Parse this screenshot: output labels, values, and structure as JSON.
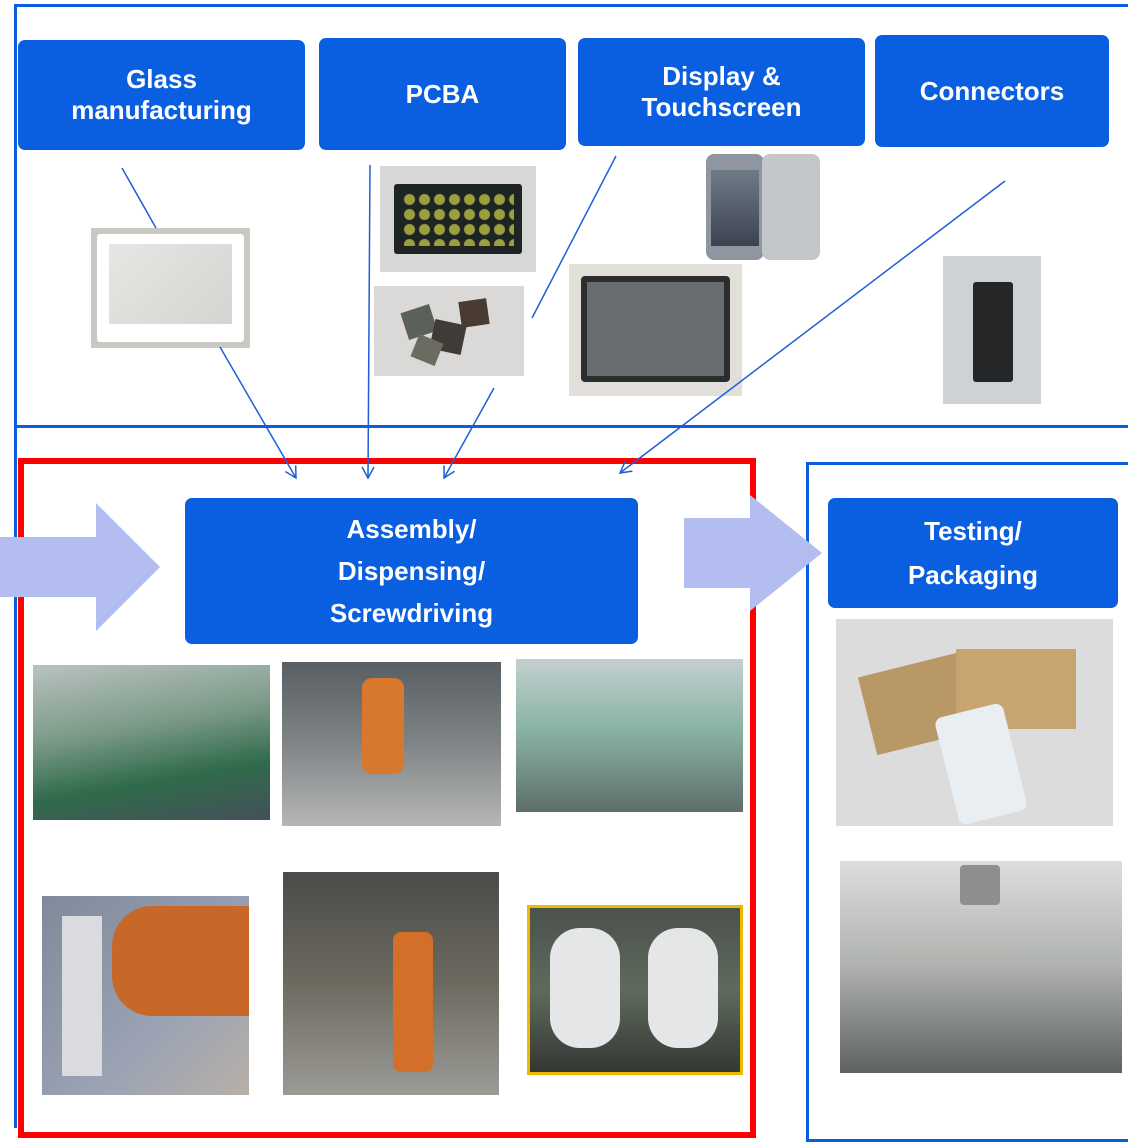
{
  "inputs": [
    {
      "label": "Glass\nmanufacturing",
      "image": "cover-glass-panel-photo"
    },
    {
      "label": "PCBA",
      "image": "pcb-chips-photo"
    },
    {
      "label": "Display &\nTouchscreen",
      "image": "smartphone-touchscreen-photo"
    },
    {
      "label": "Connectors",
      "image": "connector-part-photo"
    }
  ],
  "assembly": {
    "label": "Assembly/\nDispensing/\nScrewdriving",
    "images": [
      "assembly-line-workers-photo",
      "orange-robot-arm-photo",
      "electronics-workshop-photo",
      "robot-screwdriver-cad-photo",
      "orange-robot-factory-photo",
      "gloved-hands-assembly-photo"
    ]
  },
  "testing": {
    "label": "Testing/\nPackaging",
    "images": [
      "phone-packaging-box-photo",
      "delta-robot-cell-photo"
    ]
  },
  "colors": {
    "box_fill": "#0a5fe0",
    "frame_blue": "#0a5fe0",
    "frame_red": "#ff0000",
    "flow_arrow": "#b3bdf0",
    "connector_line": "#1f5fd6"
  }
}
